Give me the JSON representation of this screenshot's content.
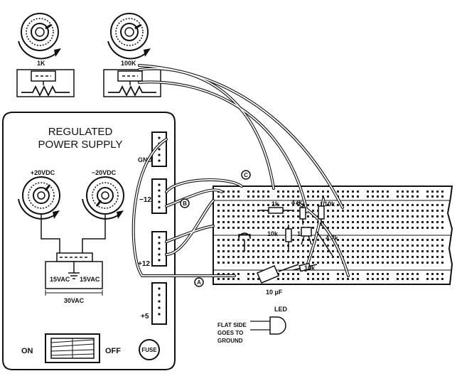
{
  "pots": {
    "pot_1k_label": "1K",
    "pot_100k_label": "100K"
  },
  "power_supply": {
    "title_line1": "REGULATED",
    "title_line2": "POWER SUPPLY",
    "knob_left_label": "+20VDC",
    "knob_right_label": "−20VDC",
    "vac_left": "15VAC",
    "vac_right": "15VAC",
    "vac_total": "30VAC",
    "terminal_gnd": "GND",
    "terminal_neg12": "−12",
    "terminal_pos12": "+12",
    "terminal_pos5": "+5",
    "switch_on": "ON",
    "switch_off": "OFF",
    "fuse": "FUSE"
  },
  "breadboard": {
    "point_a": "A",
    "point_b": "B",
    "point_c": "C",
    "r_1k": "1k",
    "r_47k_top": "47k",
    "r_10k_top": "10k",
    "r_10k_left": "10k",
    "r_10k_mid": "10k",
    "r_4_7k": "4.7k",
    "r_10k_bottom": "10k",
    "cap_label": "10 µF"
  },
  "led_note": {
    "led_label": "LED",
    "note_line1": "FLAT SIDE",
    "note_line2": "GOES TO",
    "note_line3": "GROUND"
  },
  "colors": {
    "ink": "#111111",
    "hole": "#222222",
    "wire_fill": "#ffffff"
  }
}
